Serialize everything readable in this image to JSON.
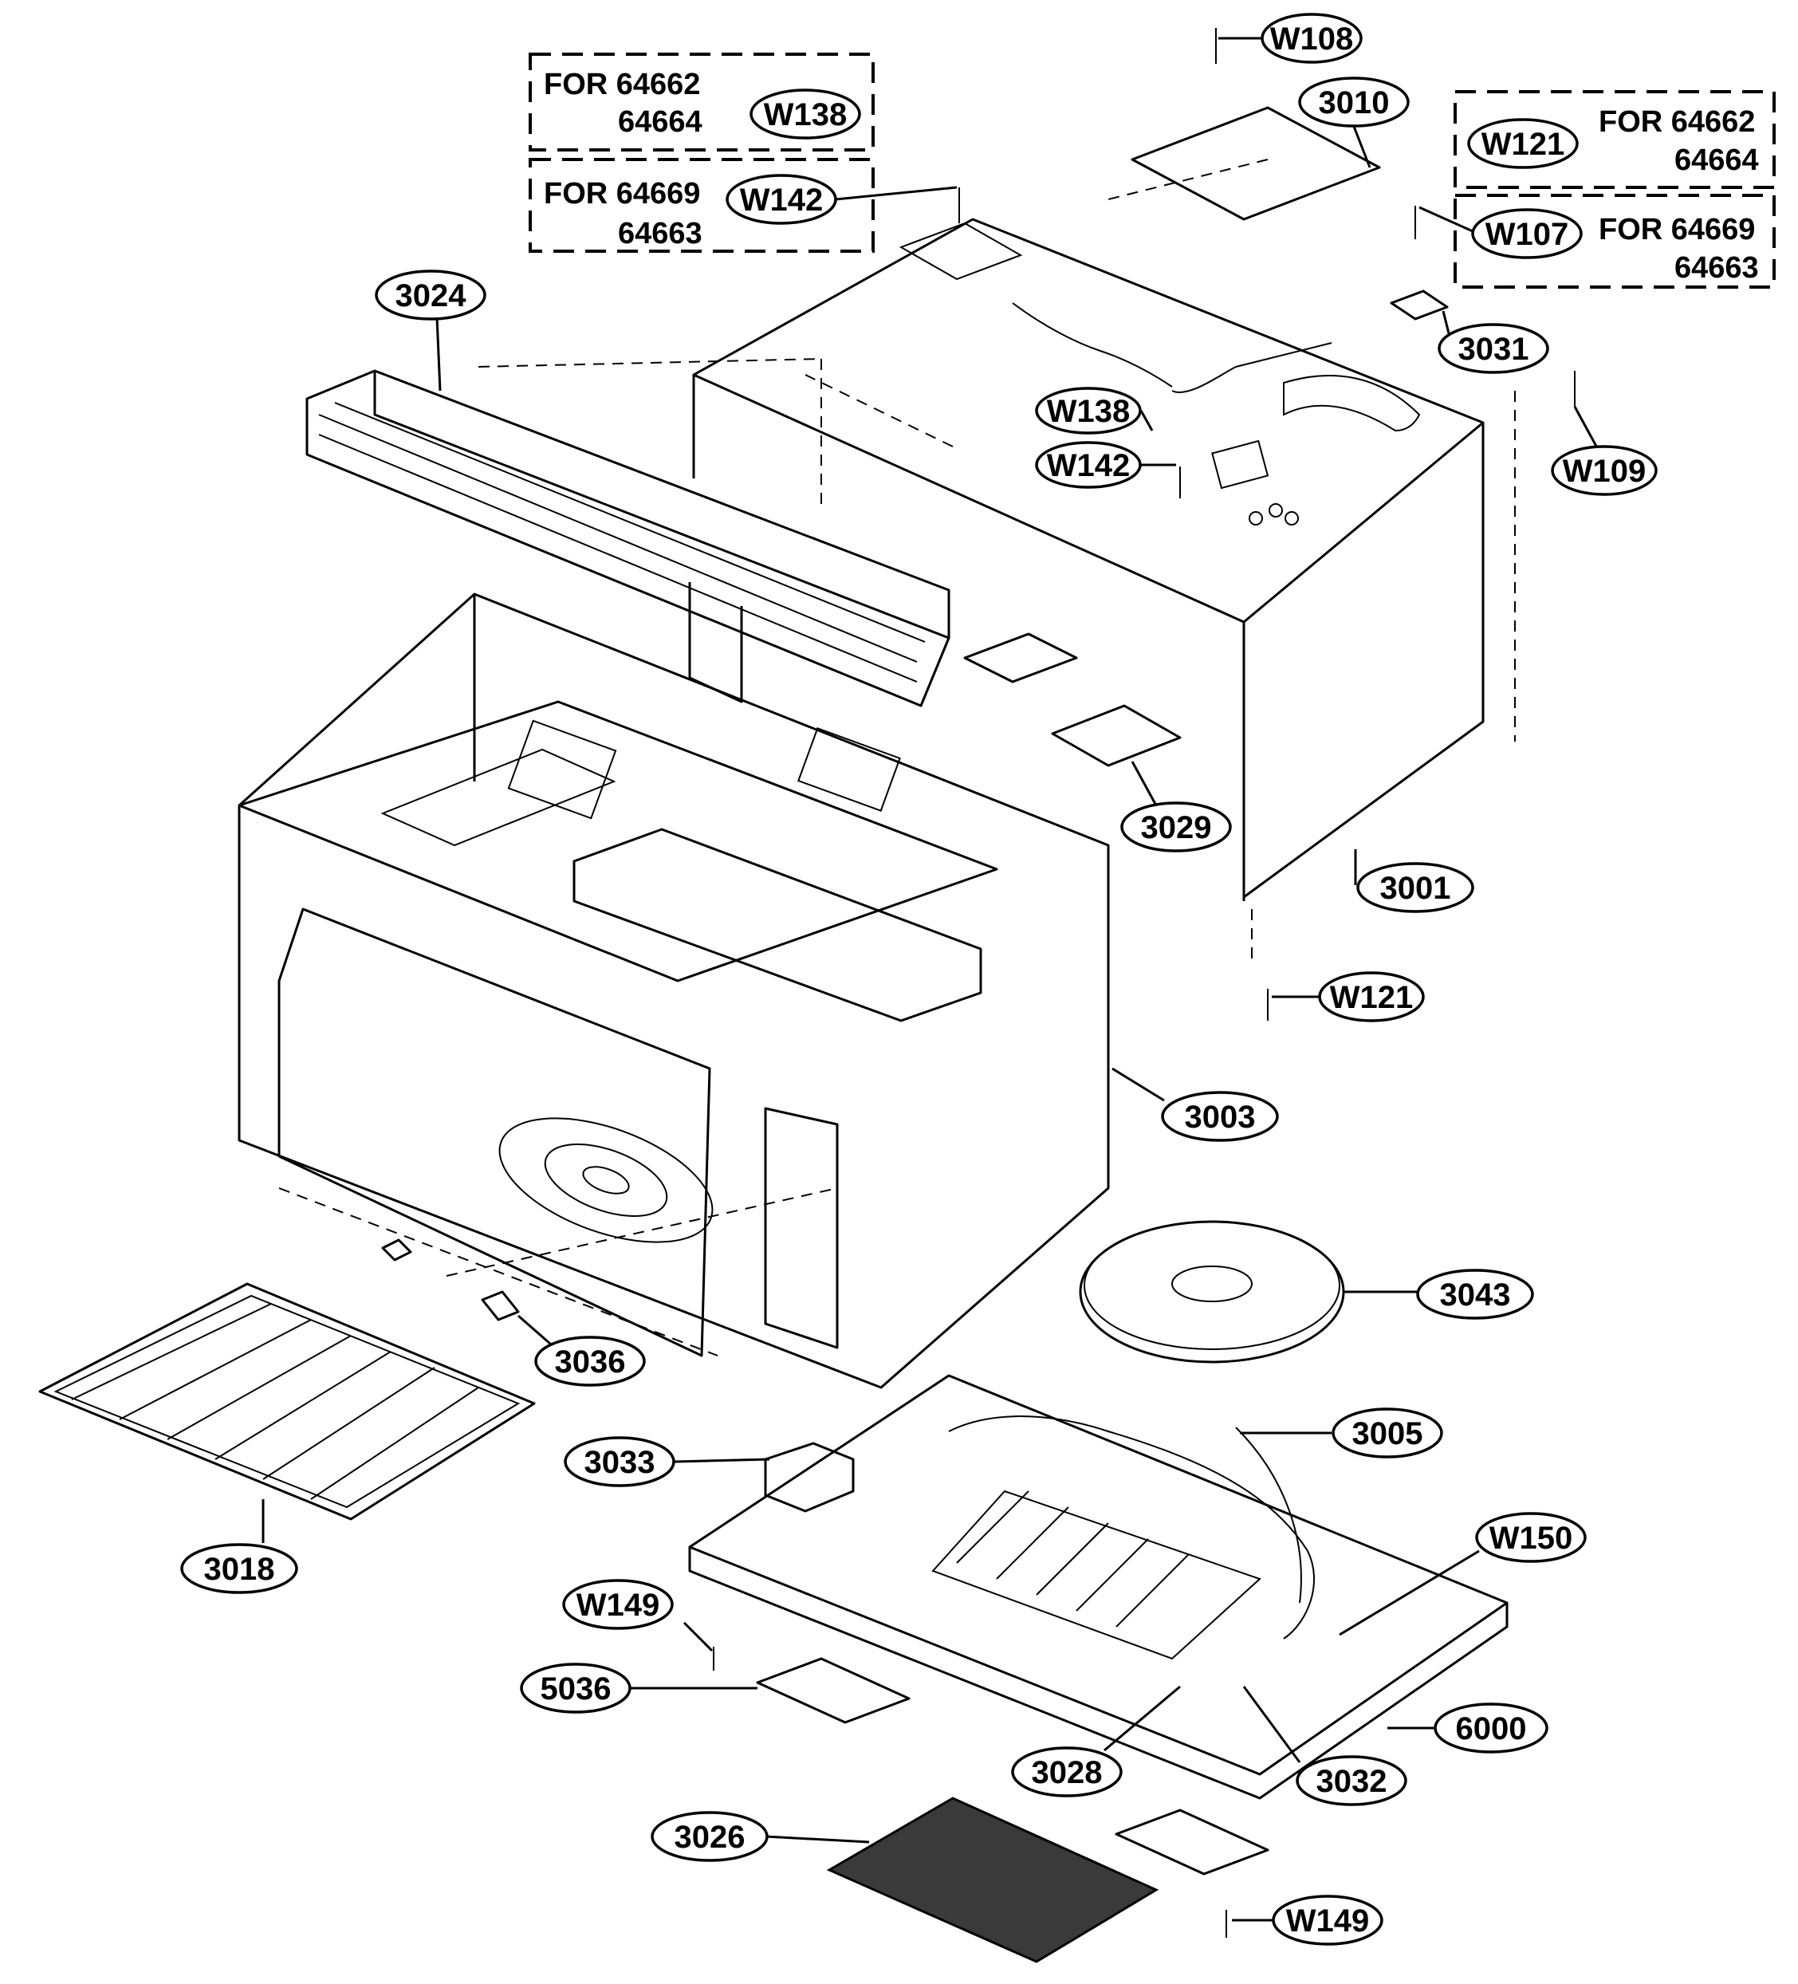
{
  "notes": [
    {
      "id": "note-w138",
      "line1": "FOR 64662",
      "line2": "64664",
      "code": "W138"
    },
    {
      "id": "note-w142",
      "line1": "FOR 64669",
      "line2": "64663",
      "code": "W142"
    },
    {
      "id": "note-w121",
      "line1": "FOR 64662",
      "line2": "64664",
      "code": "W121"
    },
    {
      "id": "note-w107",
      "line1": "FOR 64669",
      "line2": "64663",
      "code": "W107"
    }
  ],
  "callouts": [
    "W108",
    "3010",
    "3024",
    "3031",
    "W138",
    "W142",
    "W109",
    "3029",
    "3001",
    "W121",
    "3003",
    "3043",
    "3036",
    "3005",
    "3033",
    "W150",
    "3018",
    "W149",
    "5036",
    "6000",
    "3028",
    "3032",
    "3026",
    "W149"
  ]
}
